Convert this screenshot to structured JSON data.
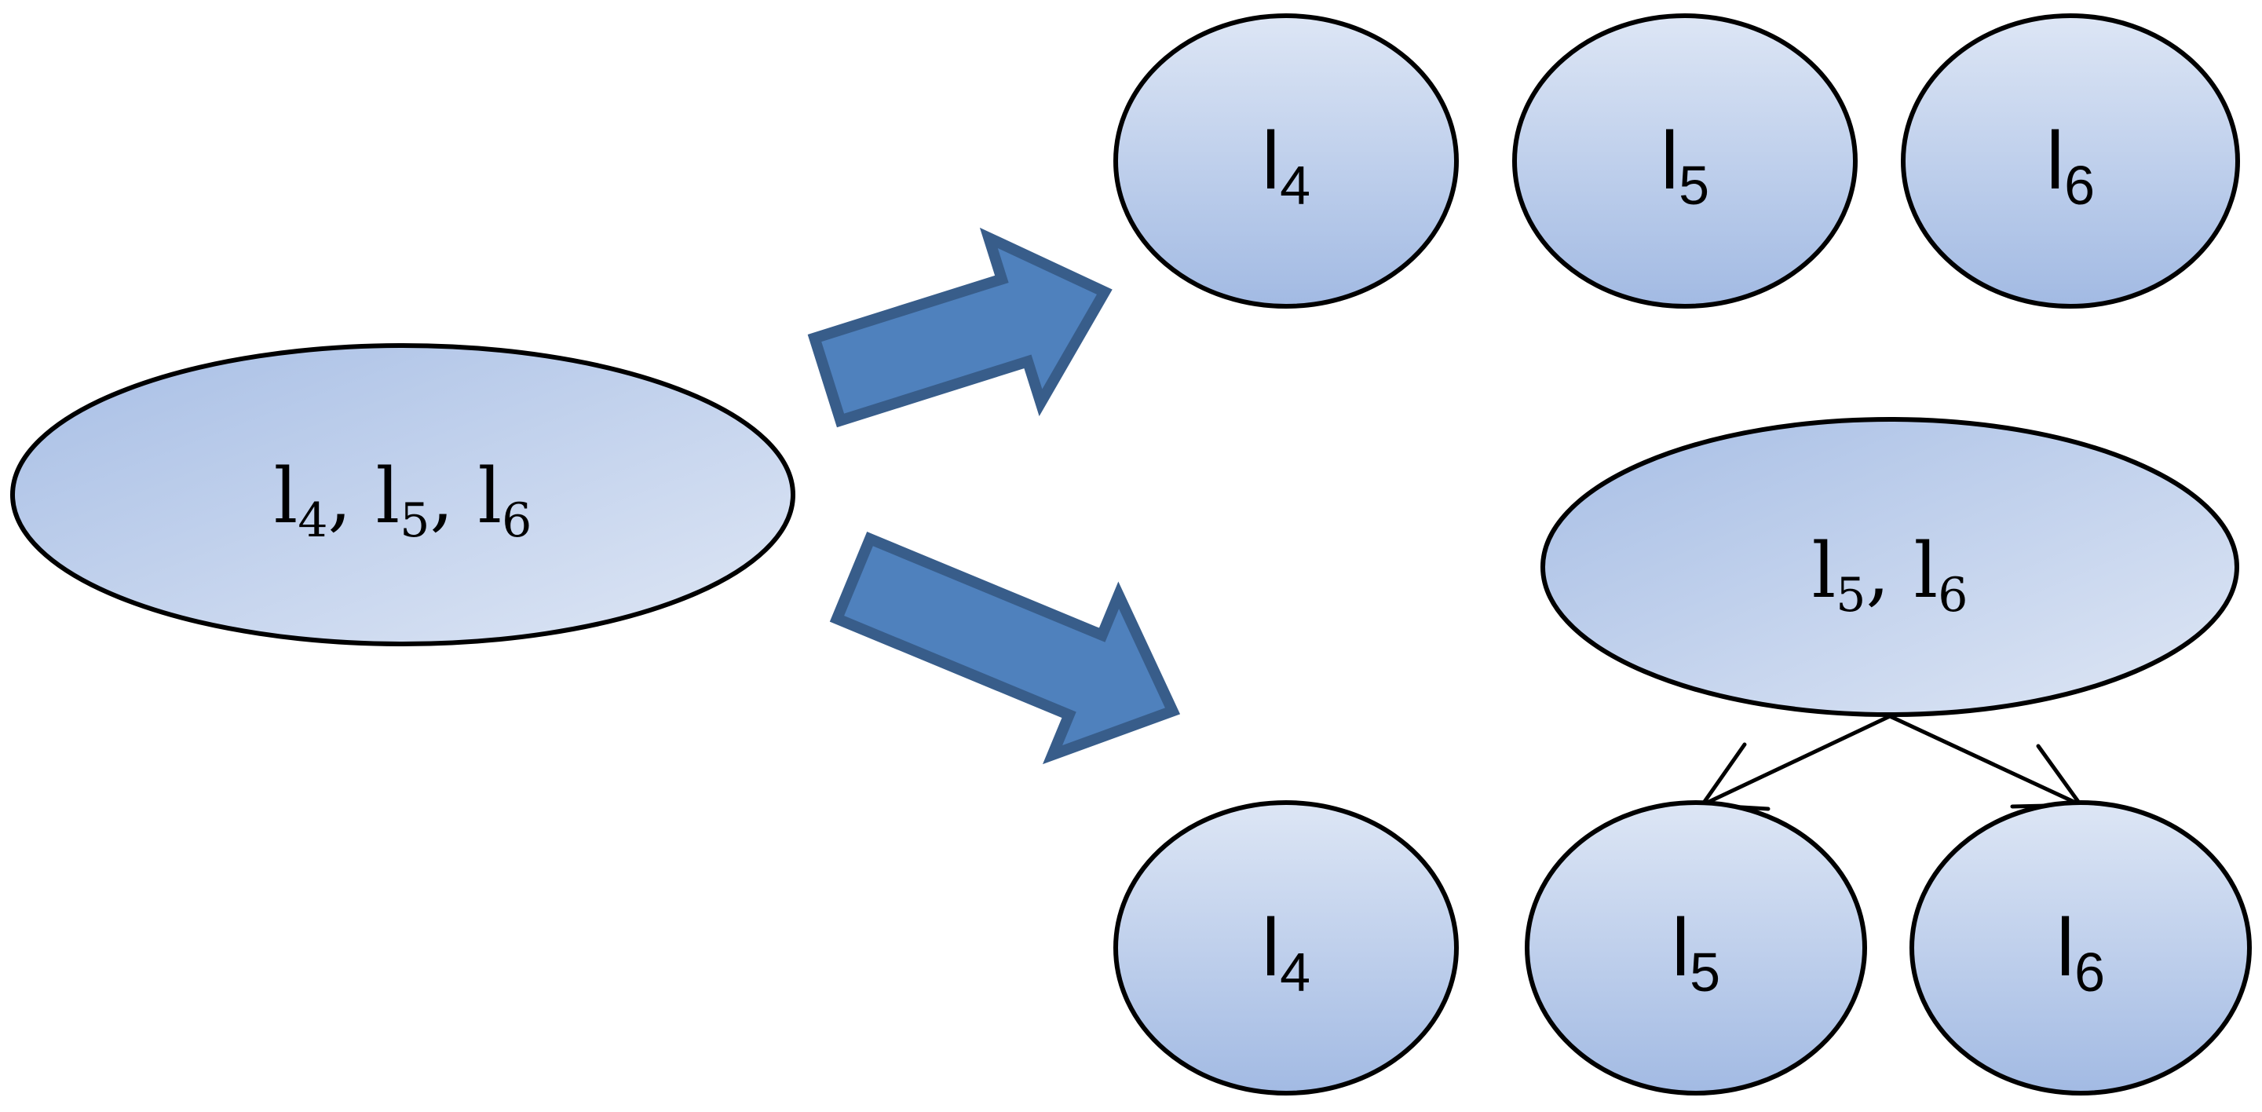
{
  "colors": {
    "node_fill_light": "#dce5f4",
    "node_fill_dark": "#a3bbe3",
    "arrow_fill": "#4f81bd",
    "arrow_stroke": "#385d8a"
  },
  "root": {
    "items": [
      {
        "base": "l",
        "sub": "4"
      },
      {
        "base": "l",
        "sub": "5"
      },
      {
        "base": "l",
        "sub": "6"
      }
    ]
  },
  "option_a": {
    "nodes": [
      {
        "base": "l",
        "sub": "4"
      },
      {
        "base": "l",
        "sub": "5"
      },
      {
        "base": "l",
        "sub": "6"
      }
    ]
  },
  "option_b": {
    "parent": {
      "items": [
        {
          "base": "l",
          "sub": "5"
        },
        {
          "base": "l",
          "sub": "6"
        }
      ]
    },
    "standalone": {
      "base": "l",
      "sub": "4"
    },
    "children": [
      {
        "base": "l",
        "sub": "5"
      },
      {
        "base": "l",
        "sub": "6"
      }
    ]
  }
}
